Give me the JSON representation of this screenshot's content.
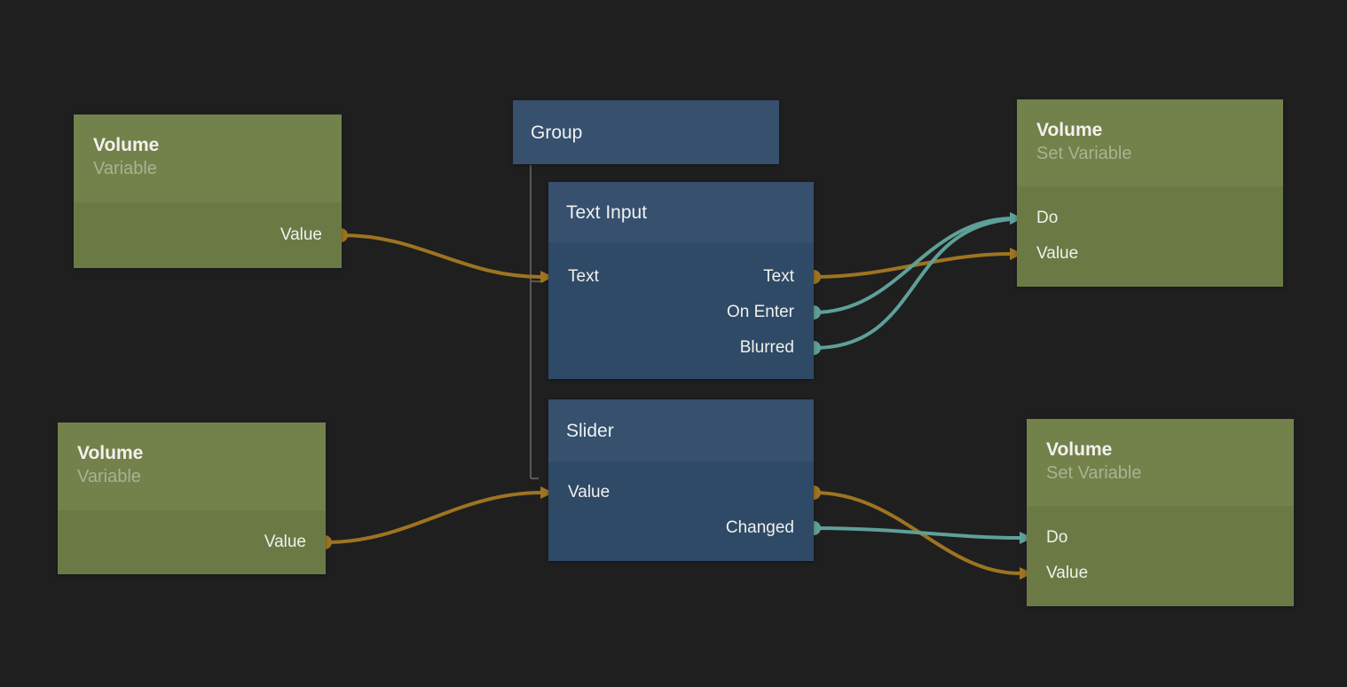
{
  "canvas": {
    "background": "#1f1f20"
  },
  "palette": {
    "wire_orange": "#9e7420",
    "wire_teal": "#5fa099",
    "node_green_header": "#73814a",
    "node_green_body": "#6b7a45",
    "node_blue_header": "#36506d",
    "node_blue_body": "#2f4a66",
    "group_line": "#58585a",
    "title_text": "#f2f2ef",
    "subtitle_text": "#a8b394",
    "port_text": "#f0f0ee"
  },
  "nodes": {
    "variable_top": {
      "title": "Volume",
      "subtitle": "Variable",
      "ports": {
        "value_out": "Value"
      }
    },
    "variable_bottom": {
      "title": "Volume",
      "subtitle": "Variable",
      "ports": {
        "value_out": "Value"
      }
    },
    "group": {
      "title": "Group"
    },
    "text_input": {
      "title": "Text Input",
      "ports": {
        "text_in": "Text",
        "text_out": "Text",
        "on_enter_out": "On Enter",
        "blurred_out": "Blurred"
      }
    },
    "slider": {
      "title": "Slider",
      "ports": {
        "value_in": "Value",
        "changed_out": "Changed"
      }
    },
    "set_variable_top": {
      "title": "Volume",
      "subtitle": "Set Variable",
      "ports": {
        "do_in": "Do",
        "value_in": "Value"
      }
    },
    "set_variable_bottom": {
      "title": "Volume",
      "subtitle": "Set Variable",
      "ports": {
        "do_in": "Do",
        "value_in": "Value"
      }
    }
  },
  "group_children": [
    "Text Input",
    "Slider"
  ],
  "connections": [
    {
      "from": "variable_top.Value",
      "to": "text_input.Text",
      "color": "orange"
    },
    {
      "from": "variable_bottom.Value",
      "to": "slider.Value",
      "color": "orange"
    },
    {
      "from": "text_input.Text",
      "to": "set_variable_top.Value",
      "color": "orange"
    },
    {
      "from": "text_input.On Enter",
      "to": "set_variable_top.Do",
      "color": "teal"
    },
    {
      "from": "text_input.Blurred",
      "to": "set_variable_top.Do",
      "color": "teal"
    },
    {
      "from": "slider.Value",
      "to": "set_variable_bottom.Value",
      "color": "orange"
    },
    {
      "from": "slider.Changed",
      "to": "set_variable_bottom.Do",
      "color": "teal"
    }
  ]
}
